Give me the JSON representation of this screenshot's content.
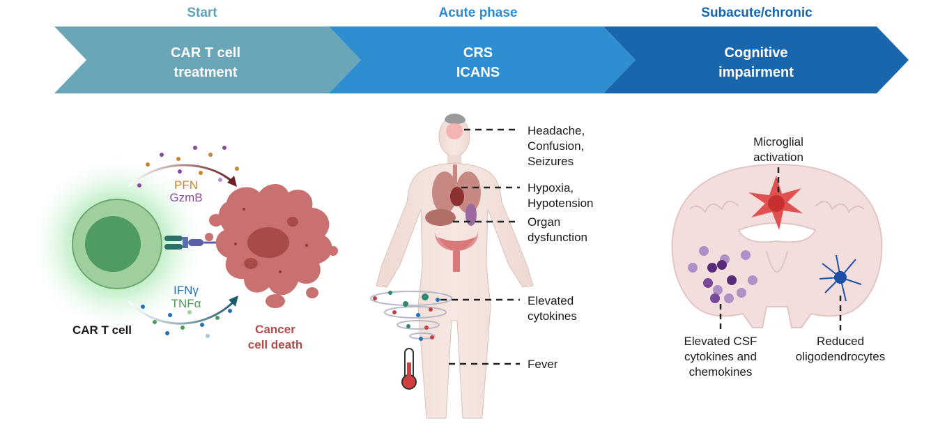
{
  "phases": [
    {
      "label": "Start",
      "color": "#5fa2b8",
      "chevron_color": "#6aa6b8",
      "lines": [
        "CAR T cell",
        "treatment"
      ]
    },
    {
      "label": "Acute phase",
      "color": "#2b8ad1",
      "chevron_color": "#2e8ed0",
      "lines": [
        "CRS",
        "ICANS"
      ]
    },
    {
      "label": "Subacute/chronic",
      "color": "#1565ad",
      "chevron_color": "#1a66ad",
      "lines": [
        "Cognitive",
        "impairment"
      ]
    }
  ],
  "left_panel": {
    "car_t_label": "CAR T cell",
    "cancer_label": [
      "Cancer",
      "cell death"
    ],
    "pfn": "PFN",
    "gzmb": "GzmB",
    "ifng": "IFNγ",
    "tnfa": "TNFα",
    "colors": {
      "pfn": "#c8862a",
      "gzmb": "#8a4a9a",
      "ifng": "#1e6fb8",
      "tnfa": "#4f9a58",
      "cancer": "#b04a4a"
    }
  },
  "middle_panel": {
    "annotations": [
      {
        "lines": [
          "Headache,",
          "Confusion,",
          "Seizures"
        ]
      },
      {
        "lines": [
          "Hypoxia,",
          "Hypotension"
        ]
      },
      {
        "lines": [
          "Organ",
          "dysfunction"
        ]
      },
      {
        "lines": [
          "Elevated",
          "cytokines"
        ]
      },
      {
        "lines": [
          "Fever"
        ]
      }
    ]
  },
  "right_panel": {
    "microglia": [
      "Microglial",
      "activation"
    ],
    "csf": [
      "Elevated CSF",
      "cytokines and",
      "chemokines"
    ],
    "oligo": [
      "Reduced",
      "oligodendrocytes"
    ]
  }
}
